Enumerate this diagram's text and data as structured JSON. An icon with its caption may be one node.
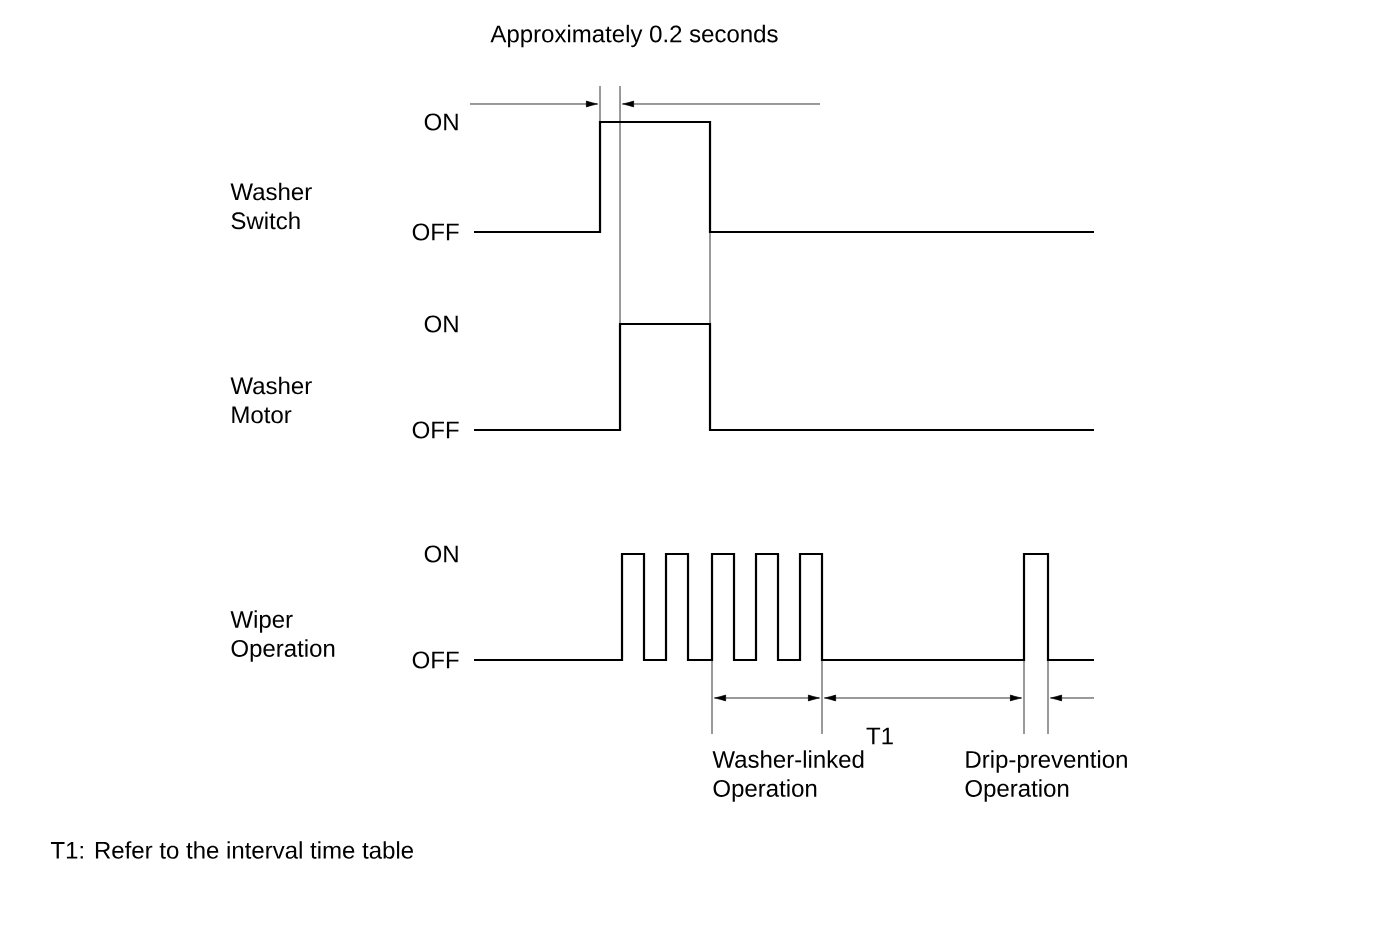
{
  "diagram": {
    "labels": [
      "Approximately 0.2 seconds",
      "ON",
      "Washer Switch",
      "OFF",
      "ON",
      "Washer Motor",
      "OFF",
      "ON",
      "Wiper Operation",
      "OFF",
      "T1",
      "Washer-linked Operation",
      "Drip-prevention Operation",
      "T1: Refer to the interval time table"
    ]
  }
}
